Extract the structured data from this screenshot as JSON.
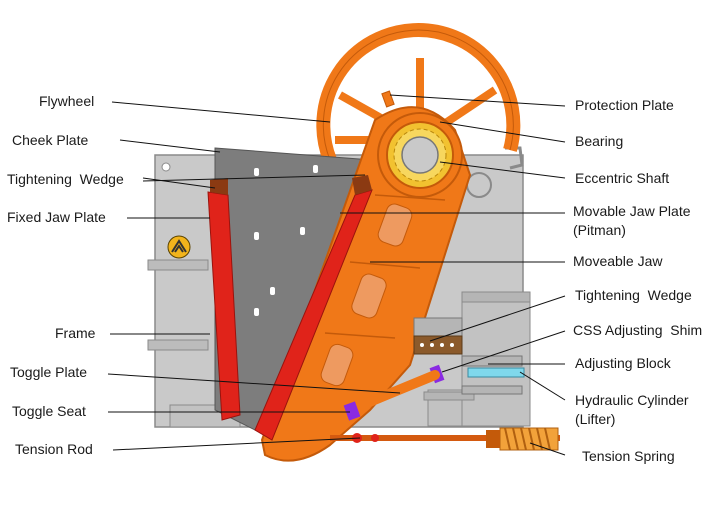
{
  "labels": {
    "flywheel": "Flywheel",
    "cheek_plate": "Cheek Plate",
    "tightening_wedge_left": "Tightening  Wedge",
    "fixed_jaw_plate": "Fixed Jaw Plate",
    "frame": "Frame",
    "toggle_plate": "Toggle Plate",
    "toggle_seat": "Toggle Seat",
    "tension_rod": "Tension Rod",
    "protection_plate": "Protection Plate",
    "bearing": "Bearing",
    "eccentric_shaft": "Eccentric Shaft",
    "movable_jaw_plate": "Movable Jaw Plate",
    "pitman": "(Pitman)",
    "moveable_jaw": "Moveable Jaw",
    "tightening_wedge_right": "Tightening  Wedge",
    "css_adjusting_shim": "CSS Adjusting  Shim",
    "adjusting_block": "Adjusting Block",
    "hydraulic_cylinder": "Hydraulic Cylinder",
    "lifter": "(Lifter)",
    "tension_spring": "Tension Spring"
  },
  "colors": {
    "frame": "#c9c9c9",
    "frame_edge": "#8a8a8a",
    "jaw_orange": "#f07818",
    "jaw_edge": "#c45a0a",
    "liner_red": "#e0231a",
    "cheek_dark": "#7d7d7d",
    "wedge_brown": "#8b3a12",
    "bearing_gold": "#f2c230",
    "purple": "#8a2be2",
    "cyan": "#7fd8ec"
  }
}
